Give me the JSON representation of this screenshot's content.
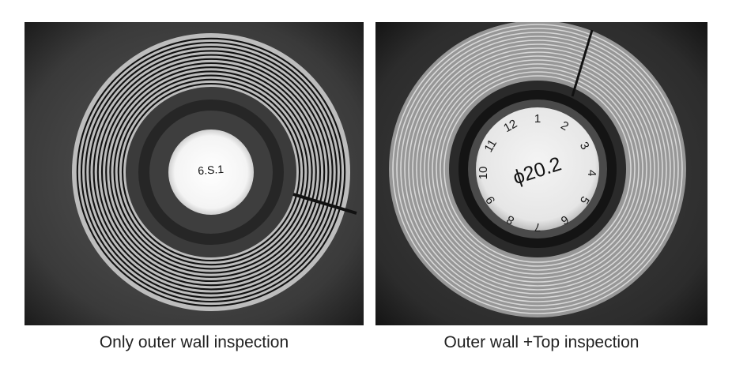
{
  "captions": {
    "left": "Only outer wall inspection",
    "right": "Outer wall +Top inspection"
  },
  "left_image": {
    "content": "Circular part viewed from above with many concentric outer-wall rings, dark inner band and bright center",
    "center_marking": "6.S.1"
  },
  "right_image": {
    "content": "Circular part viewed from above with concentric rings around a bright top face showing a clock-like ring of numbers",
    "center_marking": "ϕ20.2",
    "dial_numbers": [
      "1",
      "2",
      "3",
      "4",
      "5",
      "6",
      "7",
      "8",
      "9",
      "10",
      "11",
      "12"
    ]
  },
  "colors": {
    "background": "#ffffff",
    "caption_text": "#222222",
    "photo_background": "#2a2a2a"
  }
}
